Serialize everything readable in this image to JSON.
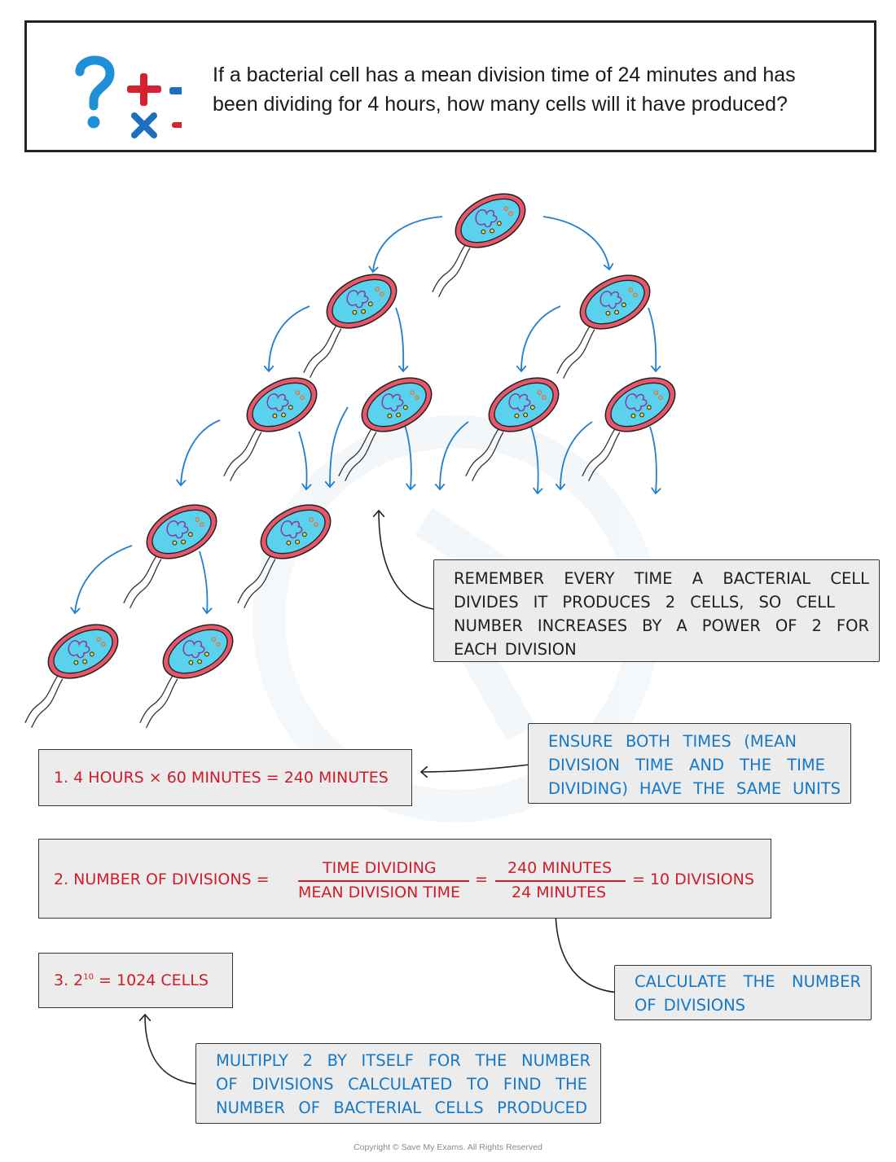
{
  "question": {
    "line1": "If a bacterial cell has a mean division time of 24 minutes and has",
    "line2": "been dividing for 4 hours, how many cells will it have produced?"
  },
  "notes": {
    "power_of_two": {
      "line1": "REMEMBER EVERY TIME A BACTERIAL CELL",
      "line2": "DIVIDES IT PRODUCES 2 CELLS, SO CELL",
      "line3": "NUMBER INCREASES BY A POWER OF 2 FOR",
      "line4": "EACH DIVISION"
    },
    "same_units": {
      "line1": "ENSURE BOTH TIMES (MEAN",
      "line2": "DIVISION TIME AND THE TIME",
      "line3": "DIVIDING) HAVE THE SAME UNITS"
    },
    "calculate_divisions": {
      "line1": "CALCULATE THE NUMBER",
      "line2": "OF DIVISIONS"
    },
    "multiply": {
      "line1": "MULTIPLY 2 BY ITSELF FOR THE NUMBER",
      "line2": "OF DIVISIONS CALCULATED TO FIND THE",
      "line3": "NUMBER OF BACTERIAL CELLS PRODUCED"
    }
  },
  "steps": {
    "step1": "1.  4 HOURS × 60 MINUTES = 240 MINUTES",
    "step2": {
      "label": "2. NUMBER OF DIVISIONS =",
      "frac1_num": "TIME DIVIDING",
      "frac1_den": "MEAN DIVISION TIME",
      "equals": "=",
      "frac2_num": "240 MINUTES",
      "frac2_den": "24 MINUTES",
      "result": "= 10 DIVISIONS"
    },
    "step3": {
      "prefix": "3.  2",
      "exponent": "10",
      "suffix": " = 1024 CELLS"
    }
  },
  "copyright": "Copyright © Save My Exams. All Rights Reserved",
  "colors": {
    "cell_fill": "#5ad2ee",
    "cell_wall": "#e8566a",
    "arrow": "#1f7fd0",
    "step_text": "#d01b2b",
    "note_blue": "#1678c8"
  }
}
